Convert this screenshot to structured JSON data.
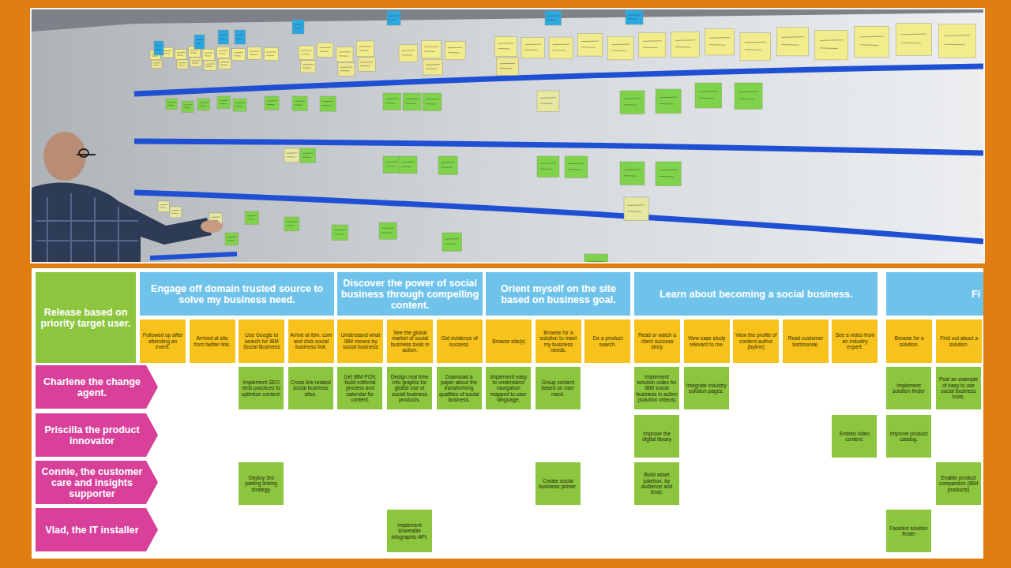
{
  "diagram": {
    "nodes": [
      {
        "text": [
          "Release based on priority target user."
        ]
      },
      {
        "text": [
          "Engage off domain trusted source to solve my business need."
        ]
      },
      {
        "text": [
          "Discover the power of social business through compelling content."
        ]
      },
      {
        "text": [
          "Orient myself on the site based on business goal."
        ]
      },
      {
        "text": [
          "Learn about becoming a social business."
        ]
      },
      {
        "text": [
          "Fi"
        ]
      },
      {
        "text": [
          "Followed up after attending an event."
        ]
      },
      {
        "text": [
          "Arrived at site from twitter link."
        ]
      },
      {
        "text": [
          "Use Google to search for IBM Social Business"
        ]
      },
      {
        "text": [
          "Arrive at ibm. com and click social business link."
        ]
      },
      {
        "text": [
          "Understand what IBM means by social business"
        ]
      },
      {
        "text": [
          "See the global market of social business tools in action."
        ]
      },
      {
        "text": [
          "Get evidence of success."
        ]
      },
      {
        "text": [
          "Browse site(s)"
        ]
      },
      {
        "text": [
          "Browse for a solution to meet my business needs."
        ]
      },
      {
        "text": [
          "Do a product search."
        ]
      },
      {
        "text": [
          "Read or watch a client success story."
        ]
      },
      {
        "text": [
          "View case study relevant to me."
        ]
      },
      {
        "text": [
          "View the profile of content author (byline)"
        ]
      },
      {
        "text": [
          "Read customer testimonial."
        ]
      },
      {
        "text": [
          "See a video from an industry expert."
        ]
      },
      {
        "text": [
          "Browse for a solution."
        ]
      },
      {
        "text": [
          "Find out about a solution."
        ]
      },
      {
        "text": [
          "Charlene the change agent."
        ]
      },
      {
        "text": [
          "Implement SEO best practices to optimize content."
        ]
      },
      {
        "text": [
          "Cross link related social business sites."
        ]
      },
      {
        "text": [
          "Get IBM POV, build editorial process and calendar for content."
        ]
      },
      {
        "text": [
          "Design real time info graphic for global use of social business products."
        ]
      },
      {
        "text": [
          "Download a paper about the transforming qualities of social business."
        ]
      },
      {
        "text": [
          "Implement easy to understand navigation mapped to user language."
        ]
      },
      {
        "text": [
          "Group content based on user need."
        ]
      },
      {
        "text": [
          "Implement solution video for IBM social business in action (solution videos)"
        ]
      },
      {
        "text": [
          "Integrate industry solution pages."
        ]
      },
      {
        "text": [
          "Implement solution finder"
        ]
      },
      {
        "text": [
          "Post an example of easy to use social business tools."
        ]
      },
      {
        "text": [
          "Priscilla the product innovator"
        ]
      },
      {
        "text": [
          "Improve the digital library"
        ]
      },
      {
        "text": [
          "Embed video content."
        ]
      },
      {
        "text": [
          "Improve product catalog."
        ]
      },
      {
        "text": [
          "Connie, the customer care and insights supporter"
        ]
      },
      {
        "text": [
          "Deploy 3rd parting linking strategy."
        ]
      },
      {
        "text": [
          "Create social business primer."
        ]
      },
      {
        "text": [
          "Build asset jukebox, by audience and level."
        ]
      },
      {
        "text": [
          "Enable product comparison (IBM products)"
        ]
      },
      {
        "text": [
          "Vlad, the IT installer"
        ]
      },
      {
        "text": [
          "Implement shareable infographic API."
        ]
      },
      {
        "text": [
          "Faceted solution finder"
        ]
      }
    ]
  }
}
